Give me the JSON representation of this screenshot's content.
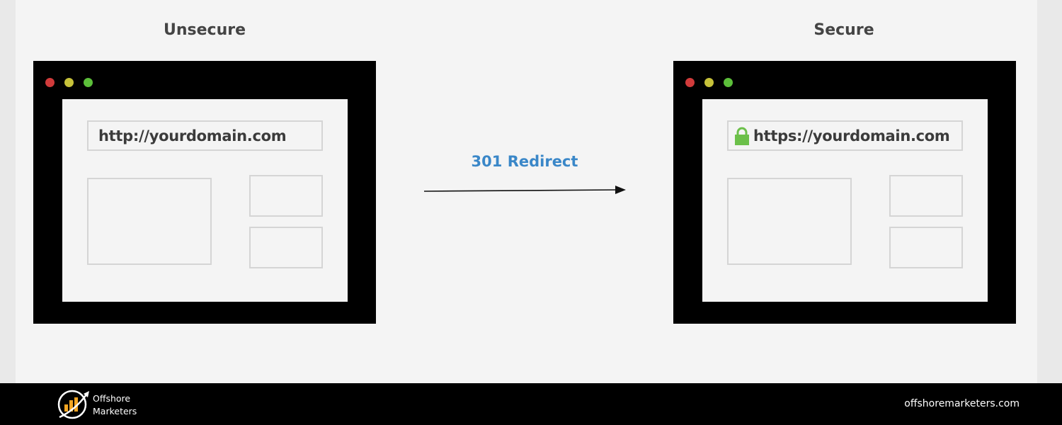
{
  "unsecure": {
    "title": "Unsecure",
    "url": "http://yourdomain.com"
  },
  "secure": {
    "title": "Secure",
    "url": "https://yourdomain.com",
    "lock_icon": "padlock-icon",
    "lock_color": "#6cc04a"
  },
  "redirect": {
    "label": "301 Redirect",
    "color": "#3a87c8"
  },
  "window_dots": [
    "#d13b3b",
    "#c7c23a",
    "#5cbf3a"
  ],
  "footer": {
    "brand_line1": "Offshore",
    "brand_line2": "Marketers",
    "website": "offshoremarketers.com"
  }
}
